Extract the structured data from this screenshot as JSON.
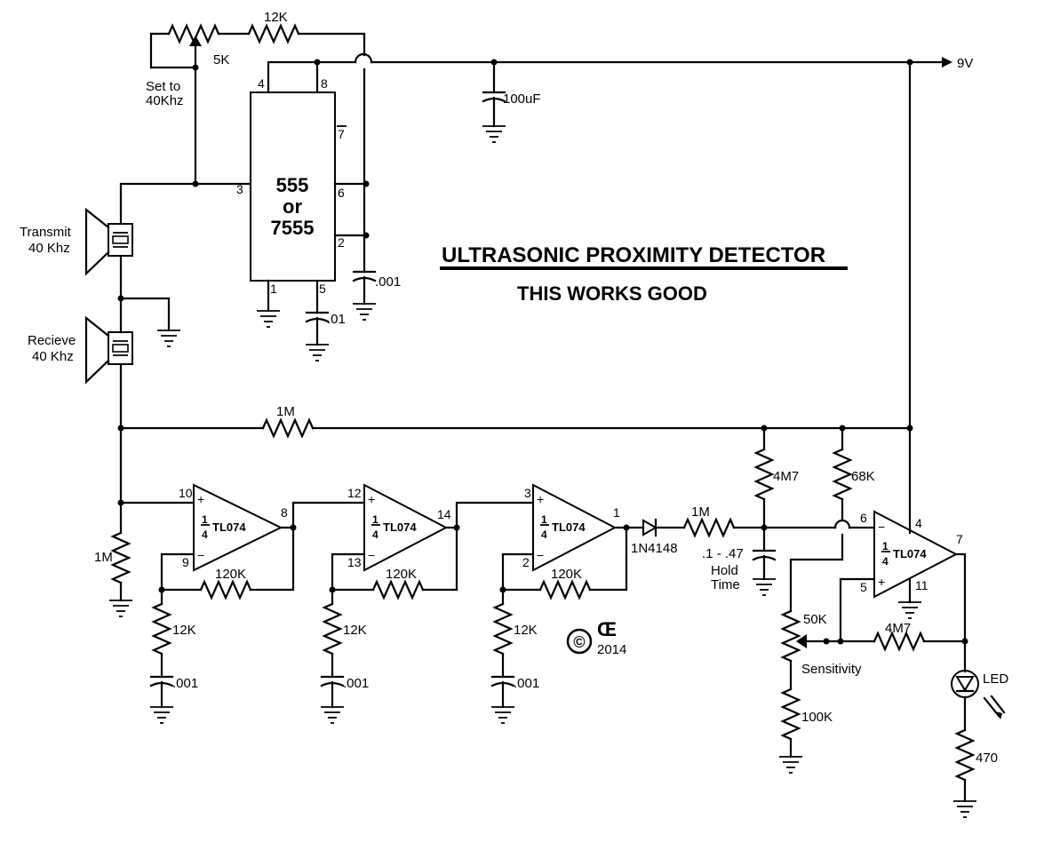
{
  "title": "ULTRASONIC PROXIMITY DETECTOR",
  "subtitle": "THIS WORKS GOOD",
  "supply": "9V",
  "timer": {
    "line1": "555",
    "line2": "or",
    "line3": "7555",
    "pins": {
      "p4": "4",
      "p8": "8",
      "p7": "7",
      "p3": "3",
      "p6": "6",
      "p2": "2",
      "p1": "1",
      "p5": "5"
    }
  },
  "oscillator": {
    "pot": "5K",
    "resistor": "12K",
    "note1": "Set to",
    "note2": "40Khz",
    "cap_timing": ".001",
    "cap_ctrl": ".01",
    "cap_supply": "100uF"
  },
  "transducers": {
    "tx1": "Transmit",
    "tx2": "40 Khz",
    "rx1": "Recieve",
    "rx2": "40 Khz"
  },
  "bias": {
    "top_resistor": "1M",
    "bottom_resistor": "1M"
  },
  "amps": [
    {
      "frac_top": "1",
      "frac_bot": "4",
      "name": "TL074",
      "in_plus": "10",
      "in_minus": "9",
      "out": "8",
      "feedback": "120K",
      "resistor": "12K",
      "cap": ".001"
    },
    {
      "frac_top": "1",
      "frac_bot": "4",
      "name": "TL074",
      "in_plus": "12",
      "in_minus": "13",
      "out": "14",
      "feedback": "120K",
      "resistor": "12K",
      "cap": ".001"
    },
    {
      "frac_top": "1",
      "frac_bot": "4",
      "name": "TL074",
      "in_plus": "3",
      "in_minus": "2",
      "out": "1",
      "feedback": "120K",
      "resistor": "12K",
      "cap": ".001"
    }
  ],
  "detector": {
    "diode": "1N4148",
    "resistor": "1M",
    "hold_r": "4M7",
    "hold_cap": ".1 - .47",
    "hold1": "Hold",
    "hold2": "Time"
  },
  "comparator": {
    "frac_top": "1",
    "frac_bot": "4",
    "name": "TL074",
    "in_minus": "6",
    "in_plus": "5",
    "out": "7",
    "vcc": "4",
    "gnd": "11",
    "pullup": "68K",
    "feedback": "4M7",
    "pot": "50K",
    "pot_label": "Sensitivity",
    "bottom": "100K"
  },
  "output": {
    "led": "LED",
    "resistor": "470"
  },
  "signature": {
    "copyright": "©",
    "mark": "Œ",
    "year": "2014"
  }
}
